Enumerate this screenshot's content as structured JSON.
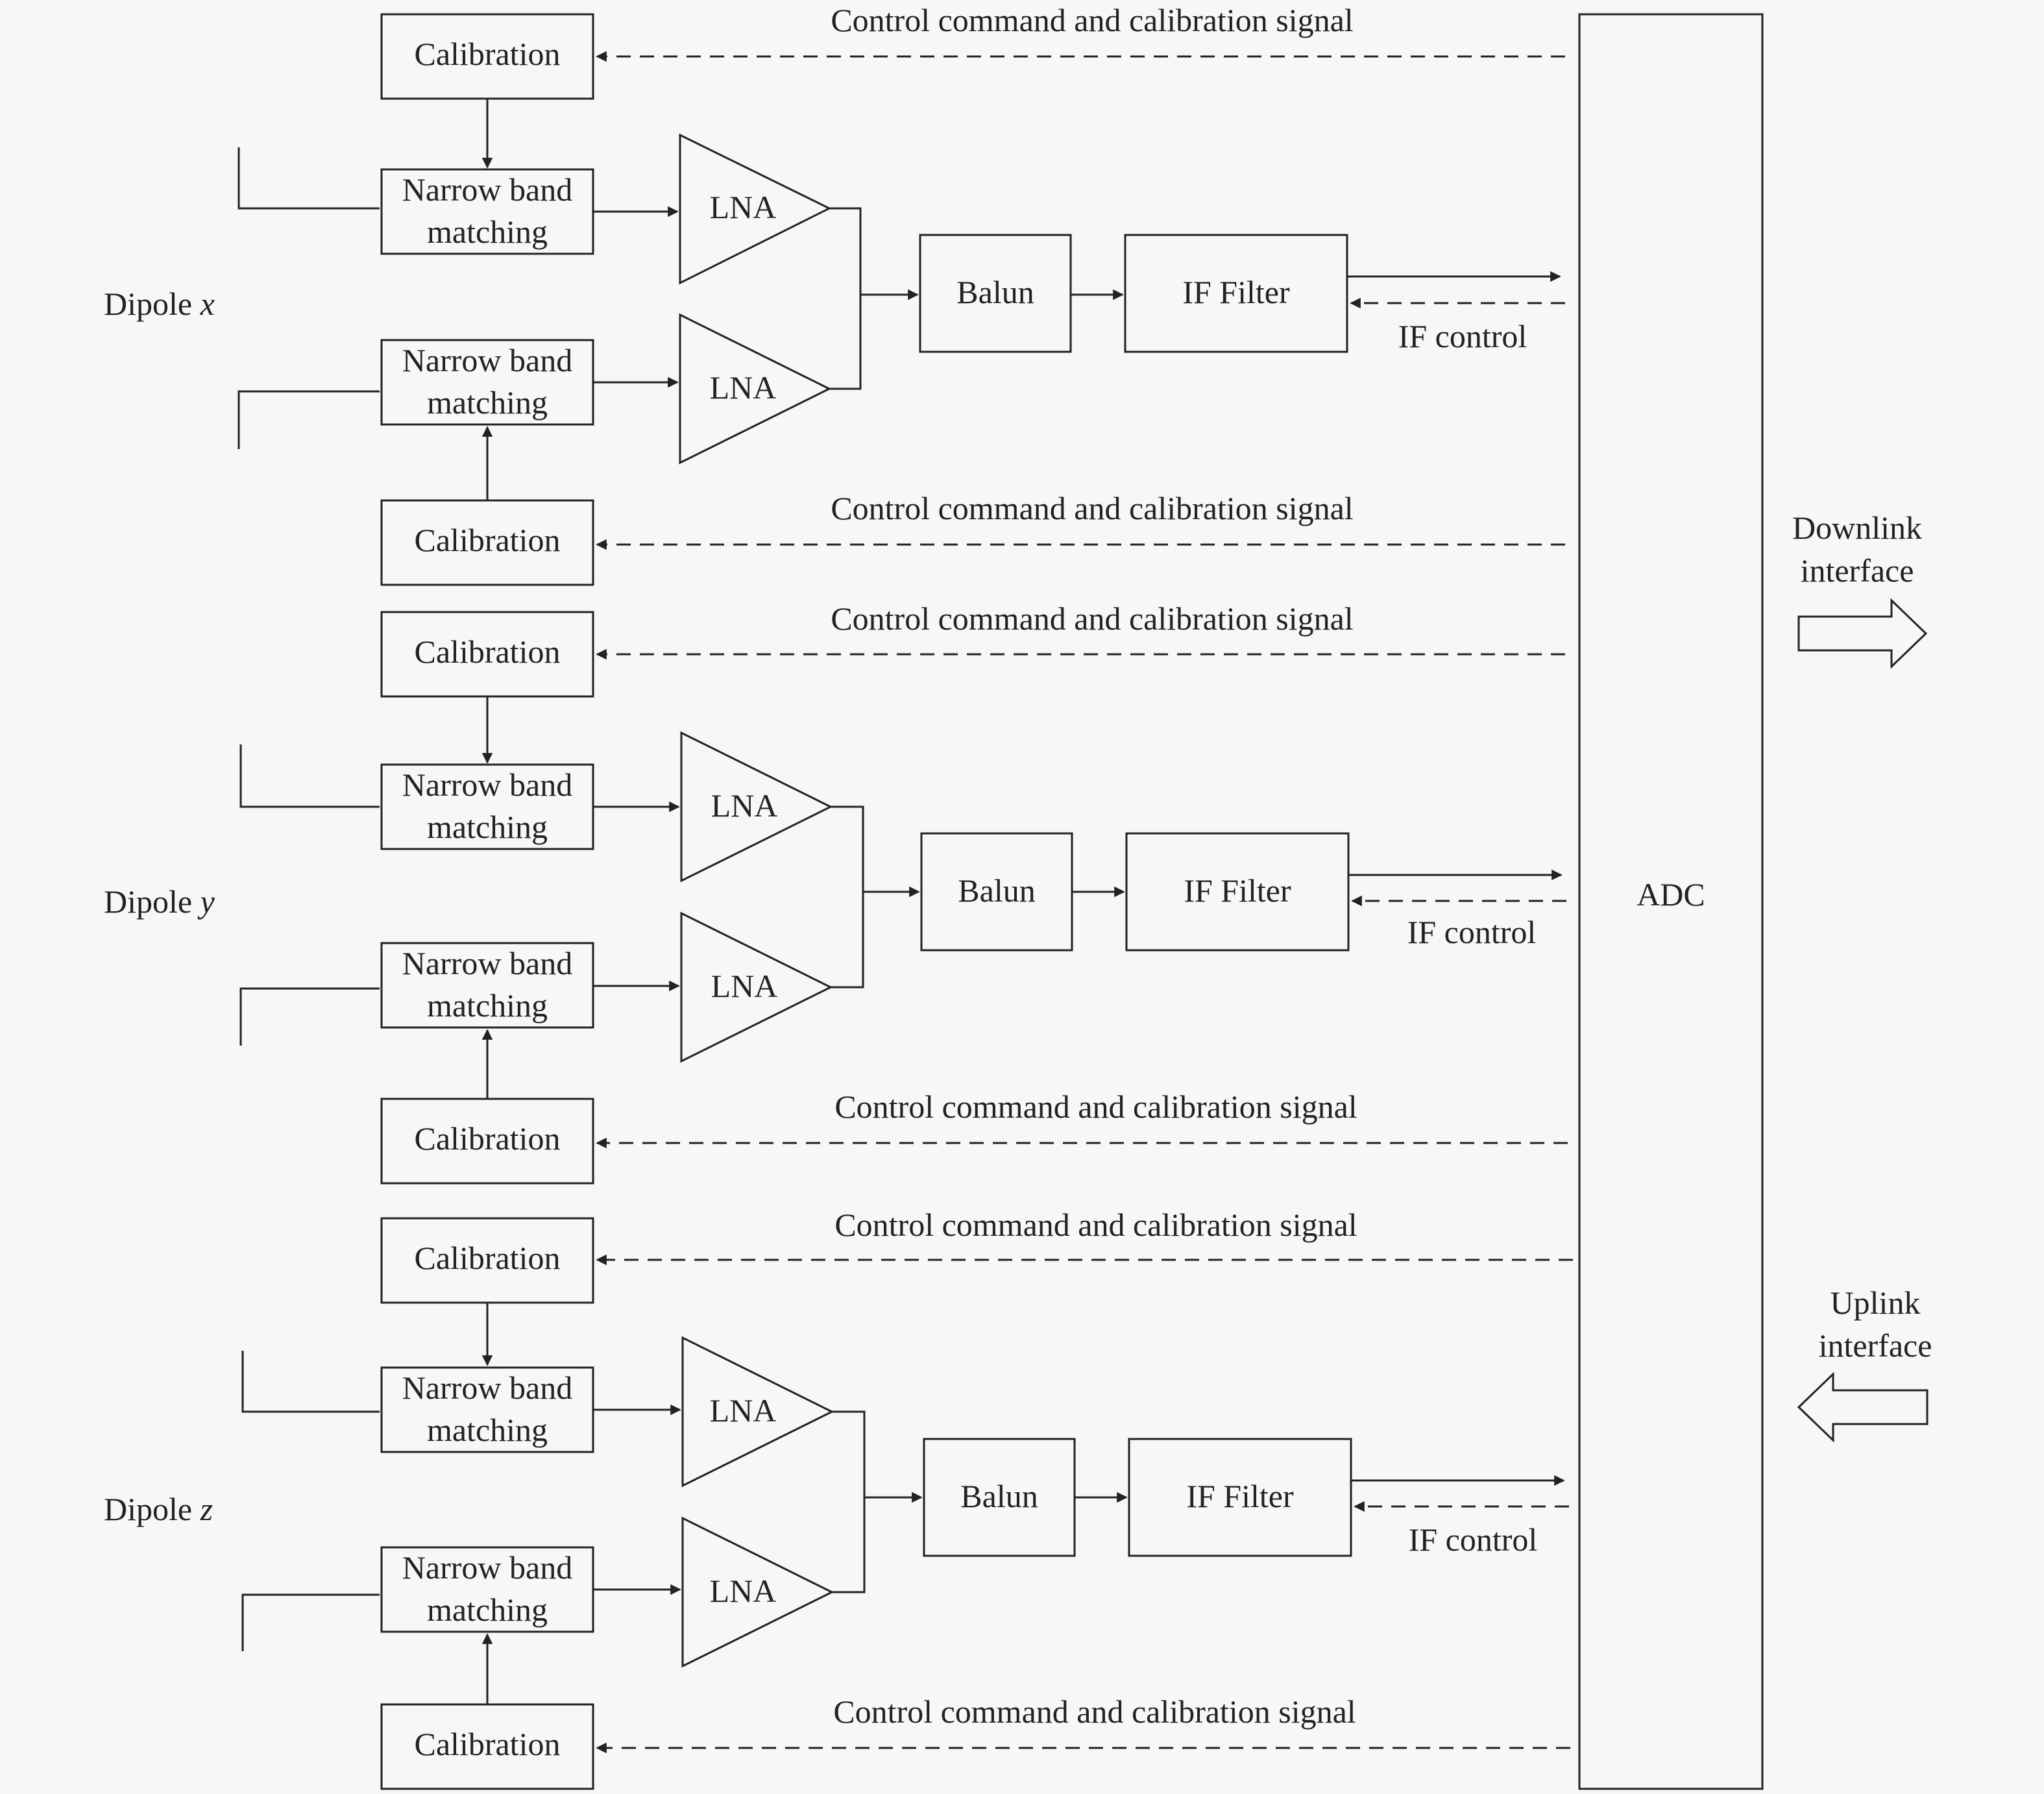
{
  "labels": {
    "calibration": "Calibration",
    "narrow_band_line1": "Narrow band",
    "narrow_band_line2": "matching",
    "lna": "LNA",
    "balun": "Balun",
    "if_filter": "IF Filter",
    "if_control": "IF control",
    "control_signal": "Control command and calibration signal",
    "adc": "ADC",
    "downlink_line1": "Downlink",
    "downlink_line2": "interface",
    "uplink_line1": "Uplink",
    "uplink_line2": "interface",
    "dipole_prefix": "Dipole"
  },
  "dipoles": [
    {
      "axis": "x"
    },
    {
      "axis": "y"
    },
    {
      "axis": "z"
    }
  ],
  "colors": {
    "line": "#222222",
    "background": "#f7f7f7"
  }
}
